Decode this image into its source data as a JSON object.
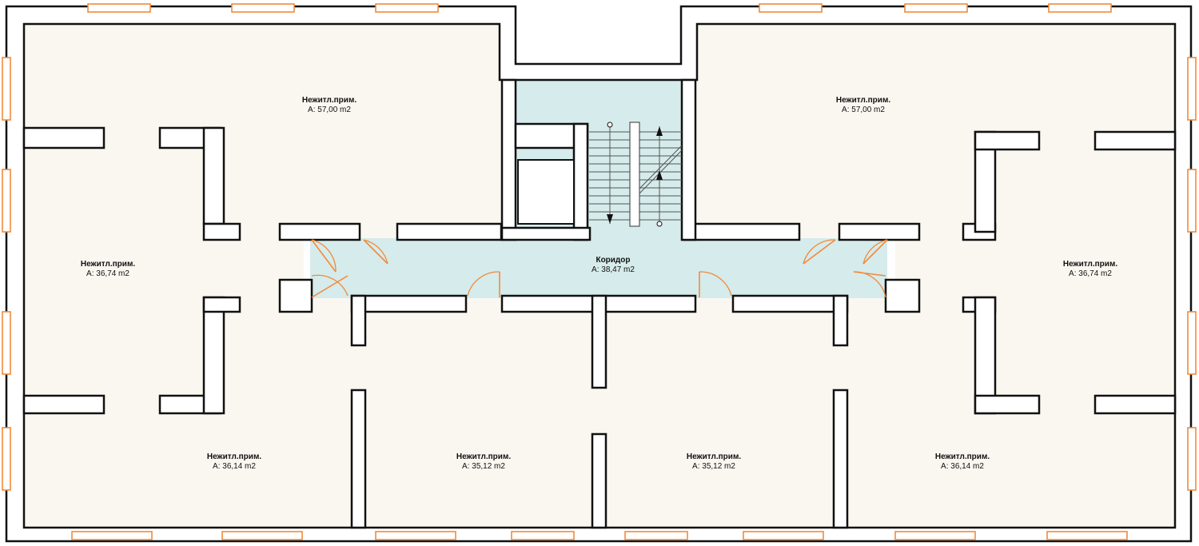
{
  "rooms": [
    {
      "id": "r-top-left",
      "name": "Нежитл.прим.",
      "area": "A: 57,00 m2"
    },
    {
      "id": "r-top-right",
      "name": "Нежитл.прим.",
      "area": "A: 57,00 m2"
    },
    {
      "id": "r-mid-left",
      "name": "Нежитл.прим.",
      "area": "A: 36,74 m2"
    },
    {
      "id": "r-corridor",
      "name": "Коридор",
      "area": "A: 38,47 m2"
    },
    {
      "id": "r-mid-right",
      "name": "Нежитл.прим.",
      "area": "A: 36,74 m2"
    },
    {
      "id": "r-bot-1",
      "name": "Нежитл.прим.",
      "area": "A: 36,14 m2"
    },
    {
      "id": "r-bot-2",
      "name": "Нежитл.прим.",
      "area": "A: 35,12 m2"
    },
    {
      "id": "r-bot-3",
      "name": "Нежитл.прим.",
      "area": "A: 35,12 m2"
    },
    {
      "id": "r-bot-4",
      "name": "Нежитл.прим.",
      "area": "A: 36,14 m2"
    }
  ],
  "colors": {
    "room_fill": "#faf7f1",
    "corridor_fill": "#d6ebeb",
    "wall_stroke": "#111111",
    "window_and_door": "#f08a3c"
  }
}
